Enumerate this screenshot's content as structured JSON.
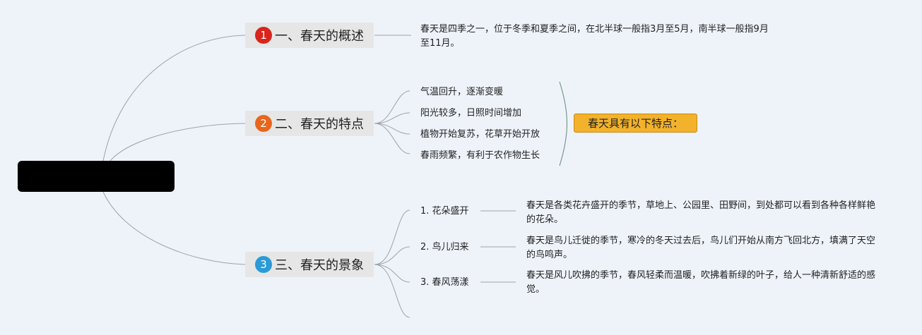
{
  "root": {
    "label": ""
  },
  "branches": [
    {
      "badge": "1",
      "badge_color": "#d9251c",
      "label": "一、春天的概述"
    },
    {
      "badge": "2",
      "badge_color": "#e8661c",
      "label": "二、春天的特点"
    },
    {
      "badge": "3",
      "badge_color": "#2a9ad8",
      "label": "三、春天的景象"
    }
  ],
  "overview": {
    "text": "春天是四季之一，位于冬季和夏季之间，在北半球一般指3月至5月，南半球一般指9月至11月。"
  },
  "features": {
    "items": [
      "气温回升，逐渐变暖",
      "阳光较多，日照时间增加",
      "植物开始复苏，花草开始开放",
      "春雨频繁，有利于农作物生长"
    ],
    "summary": "春天具有以下特点："
  },
  "scenes": [
    {
      "label": "1. 花朵盛开",
      "text": "春天是各类花卉盛开的季节，草地上、公园里、田野间，到处都可以看到各种各样鲜艳的花朵。"
    },
    {
      "label": "2. 鸟儿归来",
      "text": "春天是鸟儿迁徙的季节，寒冷的冬天过去后，鸟儿们开始从南方飞回北方，填满了天空的鸟鸣声。"
    },
    {
      "label": "3. 春风荡漾",
      "text": "春天是风儿吹拂的季节，春风轻柔而温暖，吹拂着新绿的叶子，给人一种清新舒适的感觉。"
    }
  ],
  "colors": {
    "line": "#9aa3ad",
    "callout_line": "#7a9a8a",
    "callout_fill": "#f3b22b"
  }
}
